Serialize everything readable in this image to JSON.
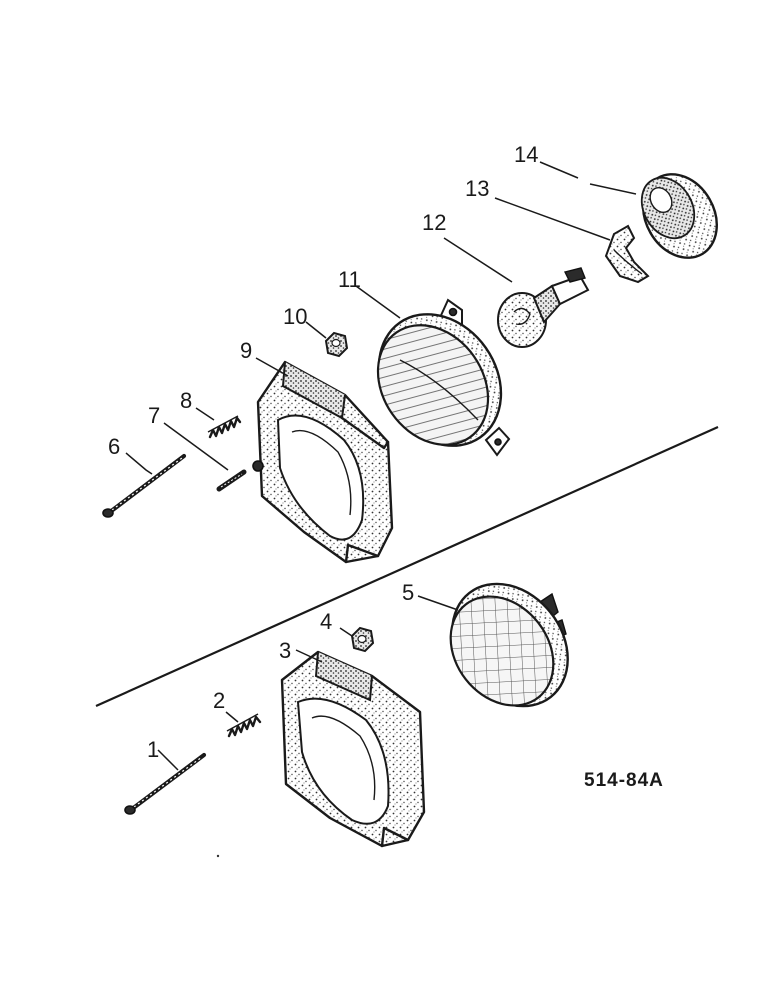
{
  "callouts": [
    "1",
    "2",
    "3",
    "4",
    "5",
    "6",
    "7",
    "8",
    "9",
    "10",
    "11",
    "12",
    "13",
    "14"
  ],
  "figure_id": "514-84A"
}
